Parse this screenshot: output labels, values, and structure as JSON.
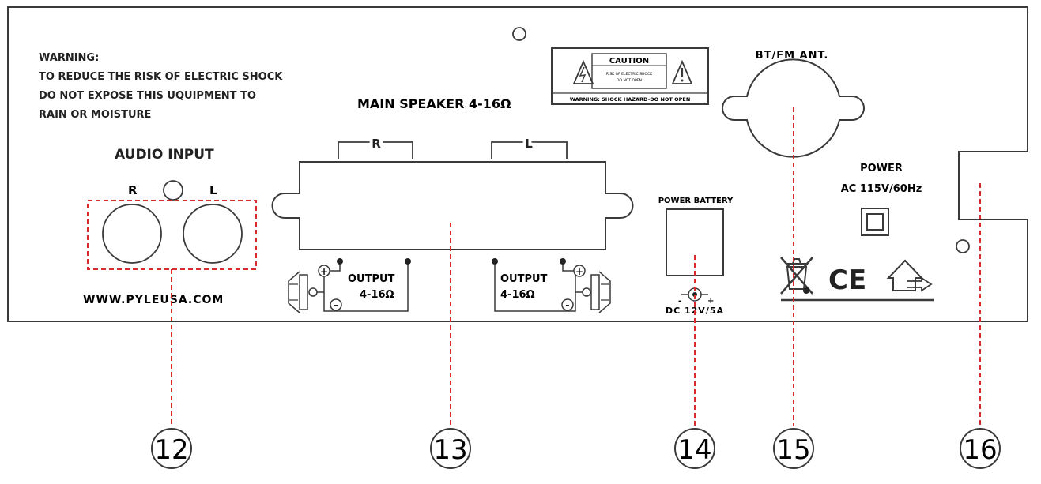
{
  "warning": {
    "heading": "WARNING:",
    "line1": "TO REDUCE THE RISK OF ELECTRIC SHOCK",
    "line2": "DO NOT EXPOSE THIS UQUIPMENT TO",
    "line3": "RAIN OR MOISTURE"
  },
  "audio_input": {
    "title": "AUDIO INPUT",
    "right_label": "R",
    "left_label": "L",
    "website": "WWW.PYLEUSA.COM"
  },
  "main_speaker": {
    "title": "MAIN SPEAKER 4-16Ω",
    "right_label": "R",
    "left_label": "L",
    "output_label": "OUTPUT",
    "impedance": "4-16Ω",
    "plus": "+",
    "minus": "-"
  },
  "caution_label": {
    "title": "CAUTION",
    "line1": "RISK OF ELECTRIC SHOCK",
    "line2": "DO NOT OPEN",
    "footer": "WARNING: SHOCK HAZARD-DO NOT OPEN"
  },
  "antenna": {
    "label": "BT/FM ANT."
  },
  "power_battery": {
    "label": "POWER BATTERY",
    "rating": "DC 12V/5A",
    "minus": "-",
    "plus": "+"
  },
  "power": {
    "label": "POWER",
    "rating": "AC 115V/60Hz",
    "ce_mark": "CE"
  },
  "callouts": [
    "12",
    "13",
    "14",
    "15",
    "16"
  ],
  "colors": {
    "outline": "#3a3a3a",
    "callout_line": "#d92b2b",
    "panel": "#ffffff"
  },
  "icons": [
    "warning-triangle-icon",
    "speaker-icon",
    "double-square-icon",
    "weee-bin-icon",
    "ce-mark-icon",
    "indoor-use-house-icon"
  ]
}
